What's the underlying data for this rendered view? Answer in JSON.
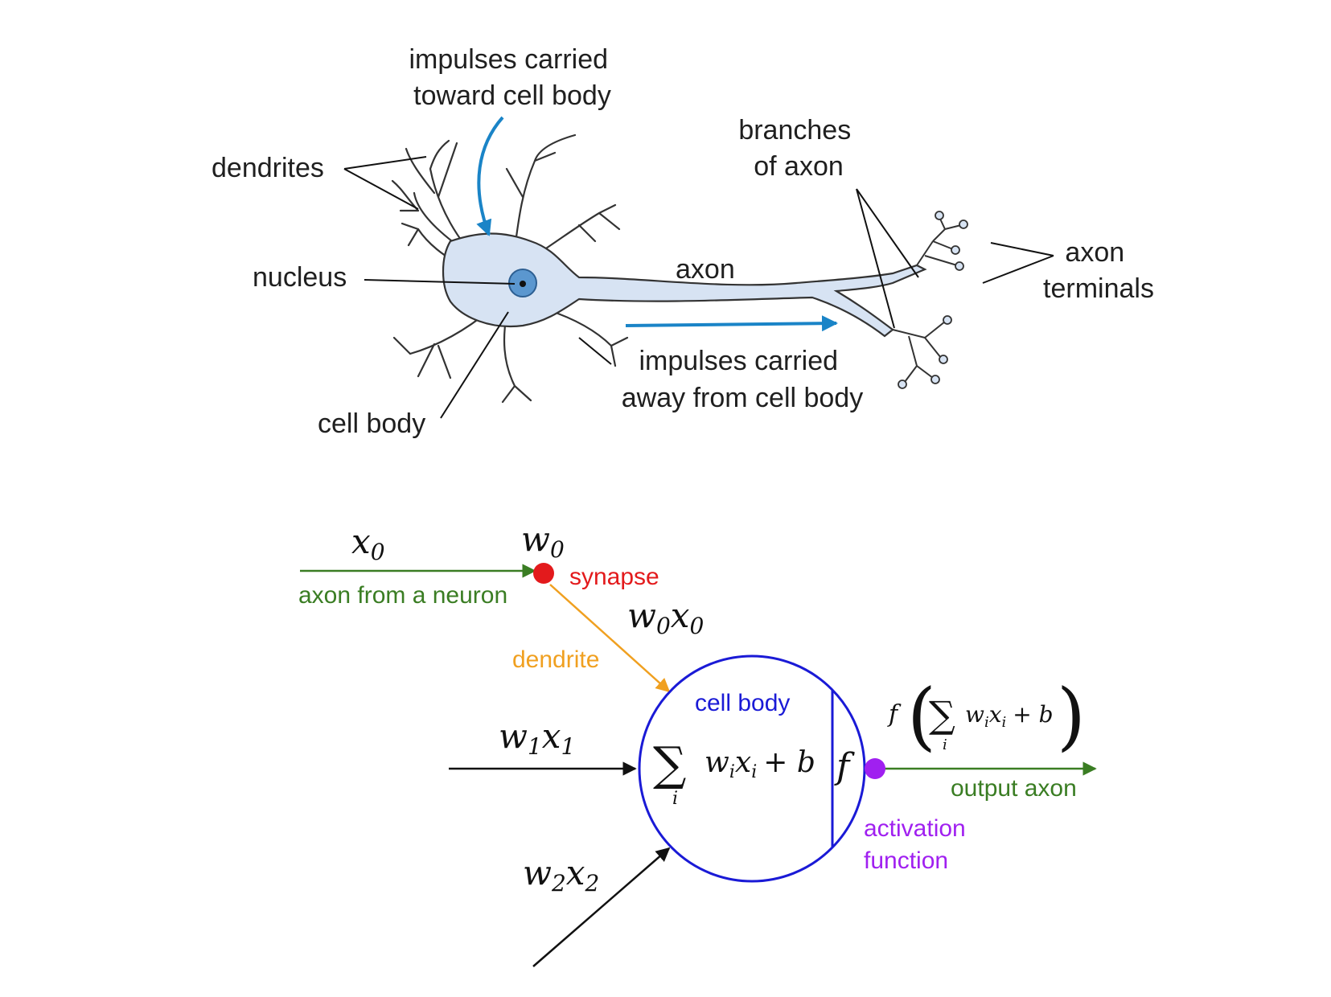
{
  "top": {
    "impulses_toward": [
      "impulses carried",
      "toward cell body"
    ],
    "dendrites": "dendrites",
    "nucleus": "nucleus",
    "cell_body": "cell body",
    "axon": "axon",
    "branches_of_axon": [
      "branches",
      "of axon"
    ],
    "axon_terminals": [
      "axon",
      "terminals"
    ],
    "impulses_away": [
      "impulses carried",
      "away from cell body"
    ]
  },
  "bottom": {
    "x0": {
      "base": "x",
      "sub": "0"
    },
    "w0": {
      "base": "w",
      "sub": "0"
    },
    "synapse": "synapse",
    "axon_from_neuron": "axon from a neuron",
    "w0x0": {
      "a": "w",
      "a_sub": "0",
      "b": "x",
      "b_sub": "0"
    },
    "dendrite": "dendrite",
    "cell_body": "cell body",
    "w1x1": {
      "a": "w",
      "a_sub": "1",
      "b": "x",
      "b_sub": "1"
    },
    "w2x2": {
      "a": "w",
      "a_sub": "2",
      "b": "x",
      "b_sub": "2"
    },
    "sum_symbol": "∑",
    "sum_index": "i",
    "sum_w": "w",
    "sum_x": "x",
    "sum_sub": "i",
    "sum_plus_b": "+ b",
    "f": "f",
    "output_f": "f",
    "output_paren_open": "(",
    "output_paren_close": ")",
    "output_axon": "output axon",
    "activation_function": [
      "activation",
      "function"
    ]
  },
  "colors": {
    "neuron_fill": "#d7e3f3",
    "neuron_stroke": "#333333",
    "blue_arrow": "#1a84c7",
    "nucleus_fill": "#5b97cf",
    "green": "#3a7d23",
    "red": "#e31a1c",
    "orange": "#f0a020",
    "blue": "#1a1ad6",
    "purple": "#a020f0",
    "black": "#111111"
  }
}
